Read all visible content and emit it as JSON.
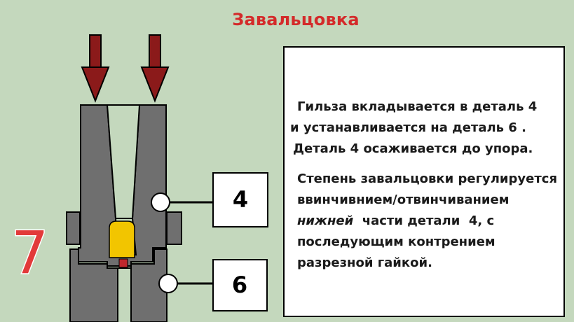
{
  "title": "Завальцовка",
  "slide_number": "7",
  "callouts": {
    "part4": "4",
    "part6": "6"
  },
  "description": {
    "paragraph1": [
      "Гильза вкладывается в деталь 4",
      "и устанавливается на деталь  6   .",
      "Деталь  4 осаживается до упора."
    ],
    "paragraph2": {
      "line1": "Степень завальцовки регулируется",
      "line2": "ввинчивнием/отвинчиванием",
      "line3_italic": "нижней",
      "line3_rest": "  части детали  4, с",
      "line4": "последующим контрением",
      "line5": "разрезной гайкой."
    }
  },
  "colors": {
    "background": "#c4d8bd",
    "die_body": "#6f6f6f",
    "arrow": "#8b1a1a",
    "title": "#d42a2a",
    "shell_case": "#f2c500",
    "primer": "#c0282d"
  }
}
